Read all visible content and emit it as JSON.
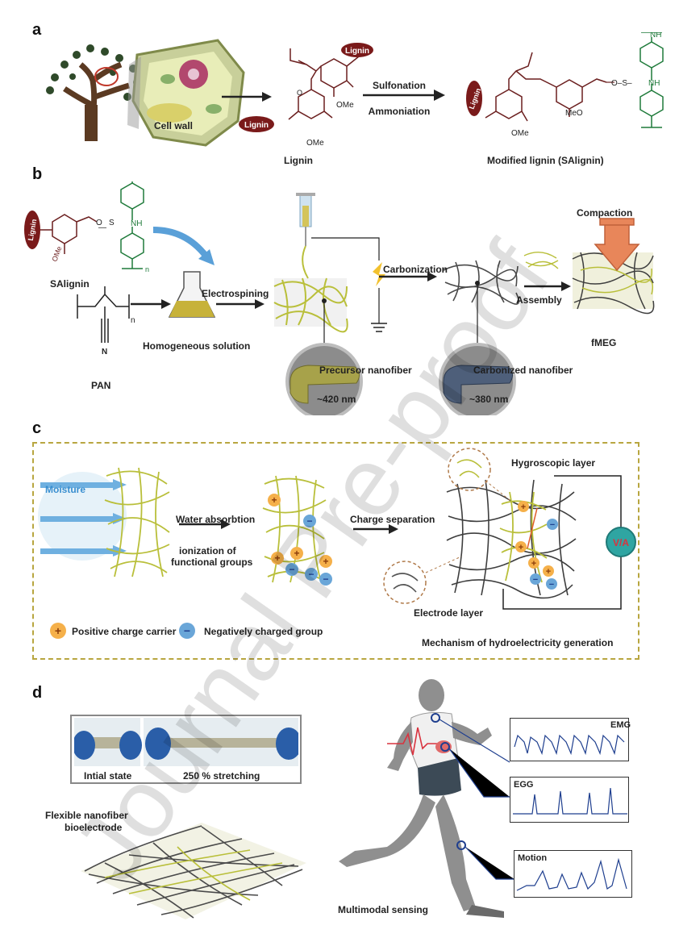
{
  "panel_labels": {
    "a": "a",
    "b": "b",
    "c": "c",
    "d": "d"
  },
  "panel_a": {
    "cell_wall": "Cell wall",
    "lignin_caption": "Lignin",
    "modified_caption": "Modified lignin (SAlignin)",
    "arrow_top": "Sulfonation",
    "arrow_bottom": "Ammoniation",
    "lignin_tag": "Lignin",
    "ome": "OMe",
    "meo": "MeO",
    "nh": "NH"
  },
  "panel_b": {
    "salignin": "SAlignin",
    "pan": "PAN",
    "n_atom": "N",
    "subscript_n": "n",
    "homogeneous": "Homogeneous solution",
    "electrospinning": "Electrospining",
    "carbonization": "Carbonization",
    "assembly": "Assembly",
    "compaction": "Compaction",
    "fmeg": "fMEG",
    "precursor": "Precursor nanofiber",
    "carbonized": "Carbonized nanofiber",
    "precursor_size": "~420 nm",
    "carbonized_size": "~380 nm",
    "ome": "OMe",
    "nh": "NH",
    "o": "O",
    "s": "S"
  },
  "panel_c": {
    "moisture": "Moisture",
    "water_absorption": "Water absorbtion",
    "ionization_1": "ionization of",
    "ionization_2": "functional groups",
    "charge_separation": "Charge separation",
    "hygroscopic": "Hygroscopic layer",
    "electrode": "Electrode layer",
    "meter": "V/A",
    "positive": "Positive charge carrier",
    "negative": "Negatively charged group",
    "mechanism": "Mechanism of hydroelectricity generation"
  },
  "panel_d": {
    "initial": "Intial state",
    "stretching": "250 % stretching",
    "bioelectrode_1": "Flexible nanofiber",
    "bioelectrode_2": "bioelectrode",
    "multimodal": "Multimodal sensing",
    "emg": "EMG",
    "egg": "EGG",
    "motion": "Motion"
  },
  "watermark": "Journal Pre-proof",
  "colors": {
    "lignin_red": "#7a1a1a",
    "amine_green": "#1e7a3a",
    "fiber_yellow": "#b9bf3a",
    "fiber_dark": "#4a4a4a",
    "dashed_border": "#b8a640",
    "signal_blue": "#1f3f8f",
    "compaction_orange": "#e8865a"
  }
}
